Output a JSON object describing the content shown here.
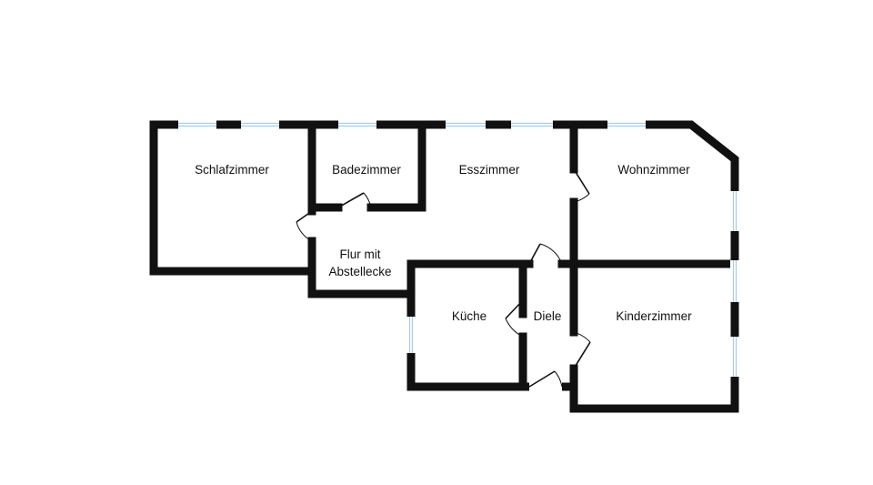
{
  "floorplan": {
    "rooms": {
      "schlafzimmer": "Schlafzimmer",
      "badezimmer": "Badezimmer",
      "esszimmer": "Esszimmer",
      "wohnzimmer": "Wohnzimmer",
      "flur_line1": "Flur mit",
      "flur_line2": "Abstellecke",
      "kueche": "Küche",
      "diele": "Diele",
      "kinderzimmer": "Kinderzimmer"
    },
    "colors": {
      "wall": "#111111",
      "window": "#a9cce3",
      "background": "#ffffff"
    }
  }
}
